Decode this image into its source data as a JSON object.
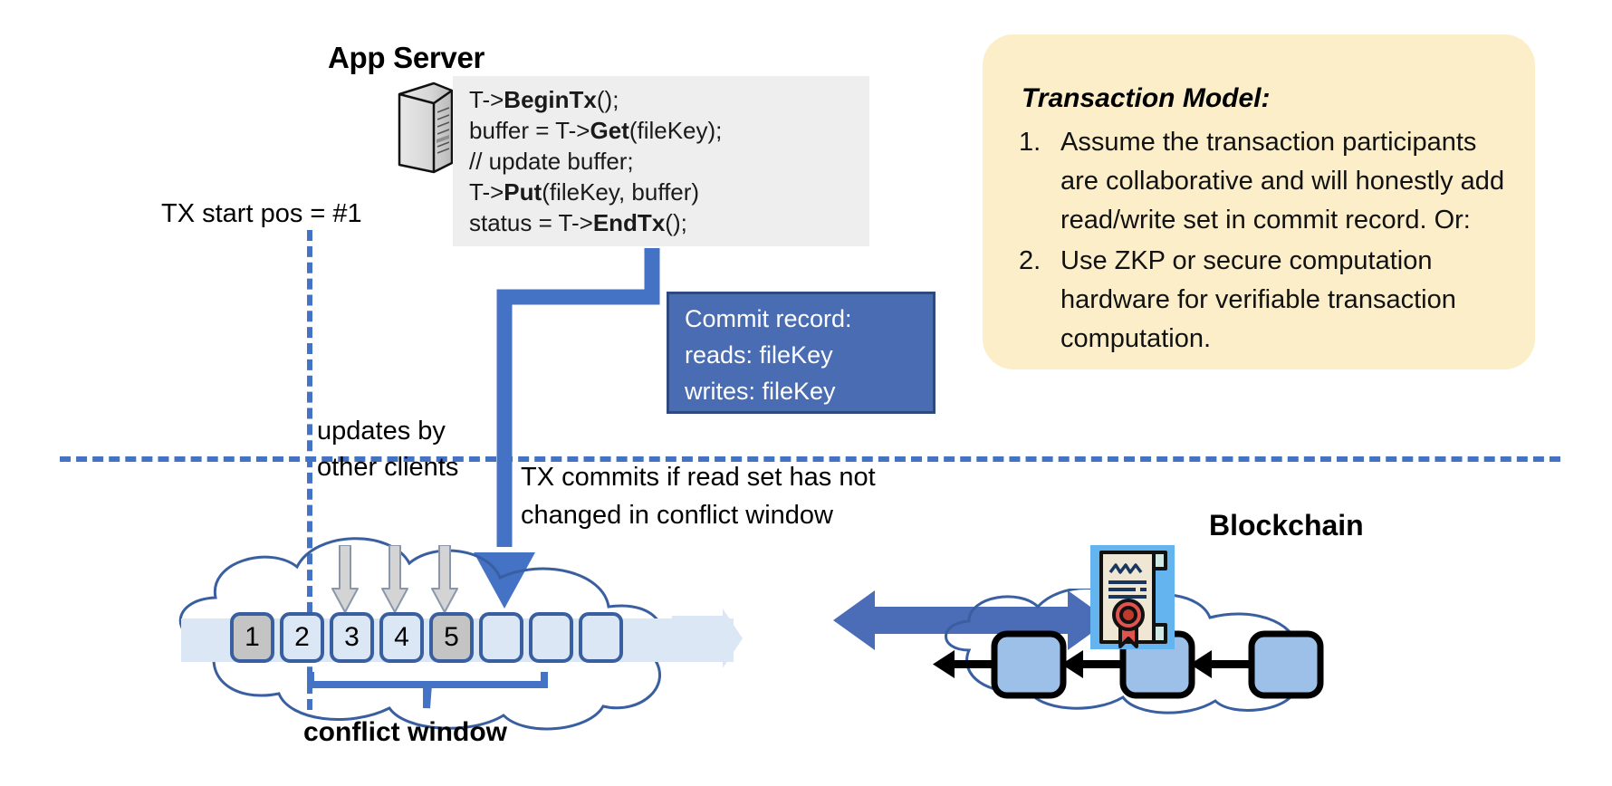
{
  "app_server": {
    "title": "App Server",
    "icon": "server-tower-icon",
    "code": [
      {
        "plain1": "T->",
        "bold": "BeginTx",
        "plain2": "();"
      },
      {
        "plain1": "buffer = T->",
        "bold": "Get",
        "plain2": "(fileKey);"
      },
      {
        "plain1": "// update buffer;",
        "bold": "",
        "plain2": ""
      },
      {
        "plain1": "T->",
        "bold": "Put",
        "plain2": "(fileKey, buffer)"
      },
      {
        "plain1": "status = T->",
        "bold": "EndTx",
        "plain2": "();"
      }
    ]
  },
  "commit_record": {
    "title": "Commit record:",
    "reads": "reads: fileKey",
    "writes": "writes: fileKey",
    "fill_color": "#4a6cb3",
    "border_color": "#2d4a80"
  },
  "transaction_model": {
    "title": "Transaction Model:",
    "fill_color": "#fbeec8",
    "items": [
      {
        "num": "1.",
        "text": "Assume the transaction participants are collaborative and will honestly add read/write set in commit record.  Or:"
      },
      {
        "num": "2.",
        "text": "Use ZKP or secure computation hardware for verifiable transaction computation."
      }
    ]
  },
  "ledger": {
    "tx_start_label": "TX start pos = #1",
    "updates_label_line1": "updates by",
    "updates_label_line2": "other clients",
    "commits_label_line1": "TX commits if read set has not",
    "commits_label_line2": "changed in conflict window",
    "conflict_window_label": "conflict window",
    "blocks": [
      {
        "label": "1",
        "state": "gray"
      },
      {
        "label": "2",
        "state": "light"
      },
      {
        "label": "3",
        "state": "light"
      },
      {
        "label": "4",
        "state": "light"
      },
      {
        "label": "5",
        "state": "gray"
      },
      {
        "label": "",
        "state": "light"
      },
      {
        "label": "",
        "state": "light"
      },
      {
        "label": "",
        "state": "light"
      }
    ],
    "update_arrow_count": 3,
    "accent_color": "#4472c4",
    "block_border_color": "#3a5fa0",
    "block_fill_light": "#dce7f5",
    "block_fill_gray": "#c4c4c4"
  },
  "blockchain": {
    "label": "Blockchain",
    "icon": "certificate-icon",
    "block_count": 3,
    "block_fill": "#9cc0e8",
    "arrow_icon": "left-arrow-icon",
    "sync_arrow_icon": "bidirectional-arrow-icon"
  }
}
